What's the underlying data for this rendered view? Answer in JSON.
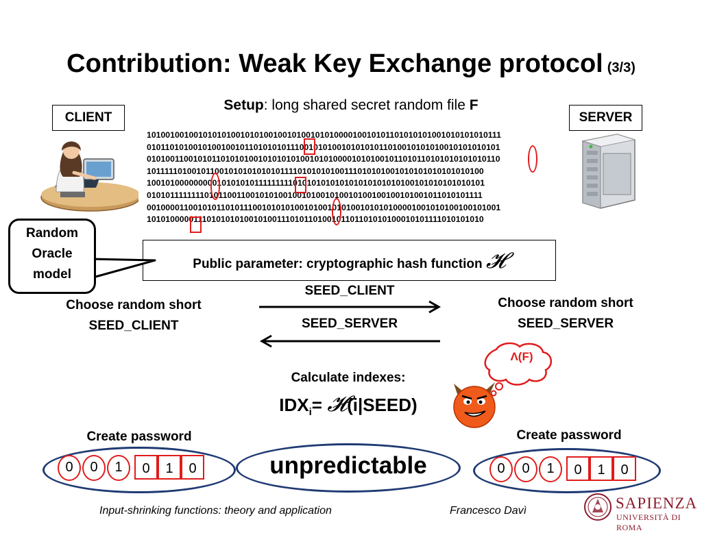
{
  "title": {
    "main": "Contribution: Weak Key Exchange protocol",
    "part": "(3/3)"
  },
  "setup": {
    "label": "Setup",
    "text": ": long shared secret random file ",
    "file": "F"
  },
  "labels": {
    "client": "CLIENT",
    "server": "SERVER"
  },
  "bits": [
    "1010010010010101010010101001001010010101000010010101101010101001010101010111",
    "0101101010010100100101101010101110010101001010101011010010101010010101010101",
    "0101001100101011010101001010101010010101000010101001011010110101010101010110",
    "1011111010010110010101010101011110101010100111010101001010101010101010100",
    "1001010000000001010101011111111101010101010101010101010100101010101010101",
    "0101011111111010110011001010100100101001010010100100100101001011010101111",
    "0010000110010101101011100101010100101001010100101010100001001010100100101001",
    "1010100000111010101010010100111010110100101101101010100010101111010101010"
  ],
  "public_param": {
    "text": "Public parameter: cryptographic hash function ",
    "symbol": "𝓗"
  },
  "random_oracle": {
    "line1": "Random",
    "line2": "Oracle",
    "line3": "model"
  },
  "client_side": {
    "line1": "Choose random short",
    "line2": "SEED_CLIENT"
  },
  "server_side": {
    "line1": "Choose random short",
    "line2": "SEED_SERVER"
  },
  "arrows": {
    "to_server": "SEED_CLIENT",
    "to_client": "SEED_SERVER"
  },
  "attacker": {
    "thought": "Λ(F)"
  },
  "calc": {
    "line1": "Calculate indexes:",
    "idx_prefix": "IDX",
    "idx_sub": "i",
    "idx_eq": "= ",
    "symbol": "𝓗",
    "idx_rest": "(i|SEED)"
  },
  "password": {
    "client_label": "Create password",
    "server_label": "Create password",
    "client_digits_circled": [
      "0",
      "0",
      "1"
    ],
    "client_digits_boxed": [
      "0",
      "1",
      "0"
    ],
    "server_digits_circled": [
      "0",
      "0",
      "1"
    ],
    "server_digits_boxed": [
      "0",
      "1",
      "0"
    ]
  },
  "unpredictable": "unpredictable",
  "footer": {
    "left": "Input-shrinking functions: theory and application",
    "author": "Francesco Davì"
  },
  "logo": {
    "name": "SAPIENZA",
    "sub": "UNIVERSITÀ DI ROMA"
  },
  "colors": {
    "accent_red": "#e01b1b",
    "oval_blue": "#1f3a73",
    "logo_red": "#8a1c2b"
  }
}
